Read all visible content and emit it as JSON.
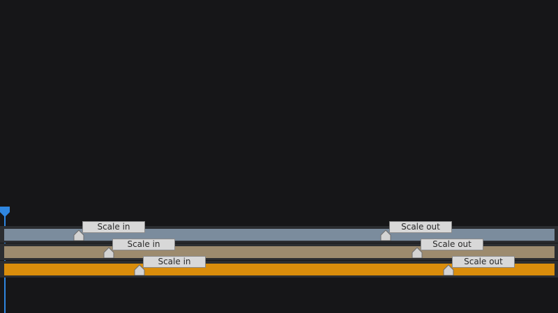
{
  "colors": {
    "background": "#161618",
    "track_well": "#2b2d30",
    "playhead": "#2f86e0",
    "marker_fill": "#d3d3d3",
    "label_fill": "#d8d8d8"
  },
  "tracks": [
    {
      "color": "#7b8c9d",
      "in_label": "Scale in",
      "out_label": "Scale out"
    },
    {
      "color": "#9d8b6e",
      "in_label": "Scale in",
      "out_label": "Scale out"
    },
    {
      "color": "#d98d0c",
      "in_label": "Scale in",
      "out_label": "Scale out"
    }
  ]
}
